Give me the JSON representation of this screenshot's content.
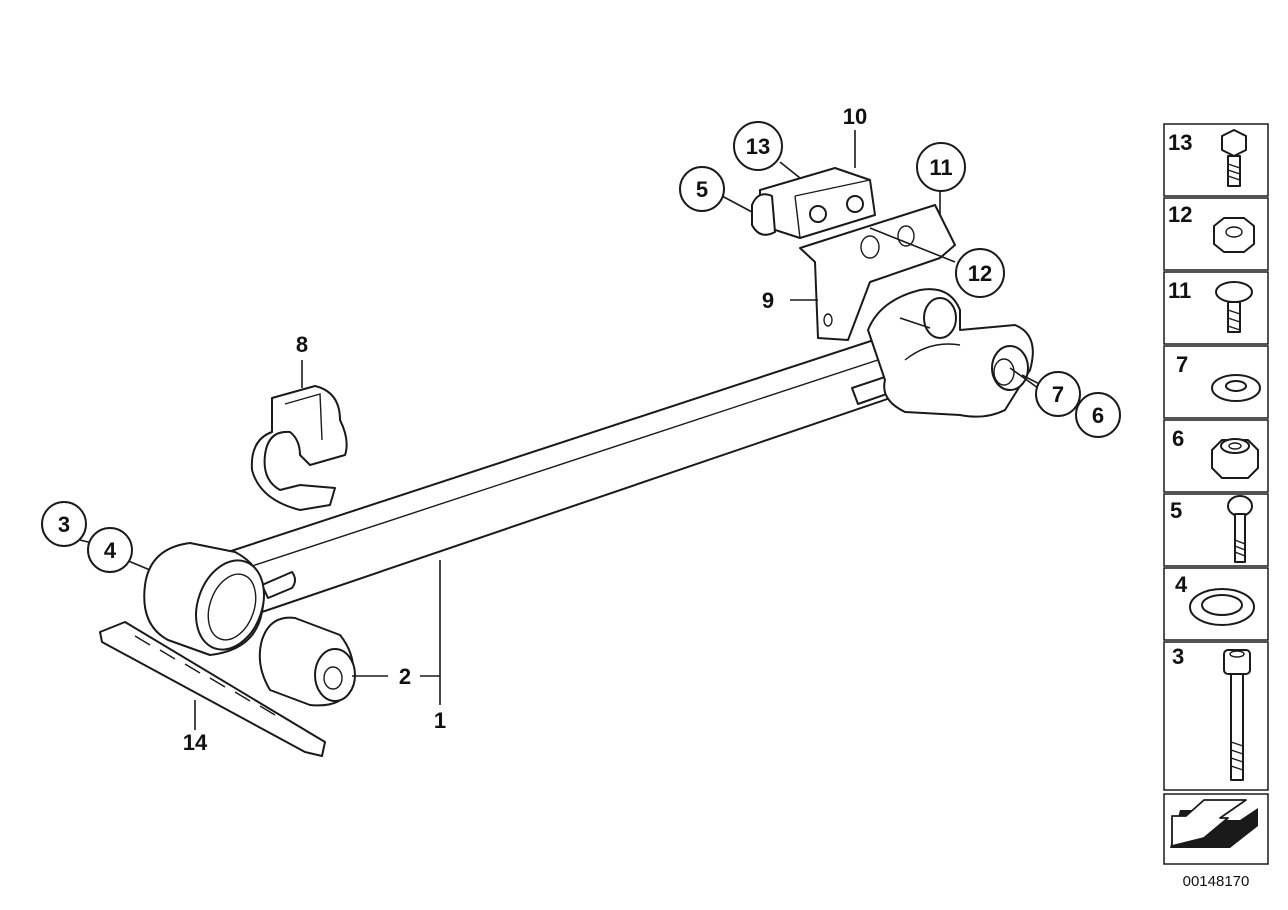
{
  "callouts": {
    "c1": "1",
    "c2": "2",
    "c3": "3",
    "c4": "4",
    "c5": "5",
    "c6": "6",
    "c7": "7",
    "c8": "8",
    "c9": "9",
    "c10": "10",
    "c11": "11",
    "c12": "12",
    "c13": "13",
    "c14": "14"
  },
  "legend": {
    "items": [
      "13",
      "12",
      "11",
      "7",
      "6",
      "5",
      "4",
      "3"
    ]
  },
  "reference_number": "00148170"
}
